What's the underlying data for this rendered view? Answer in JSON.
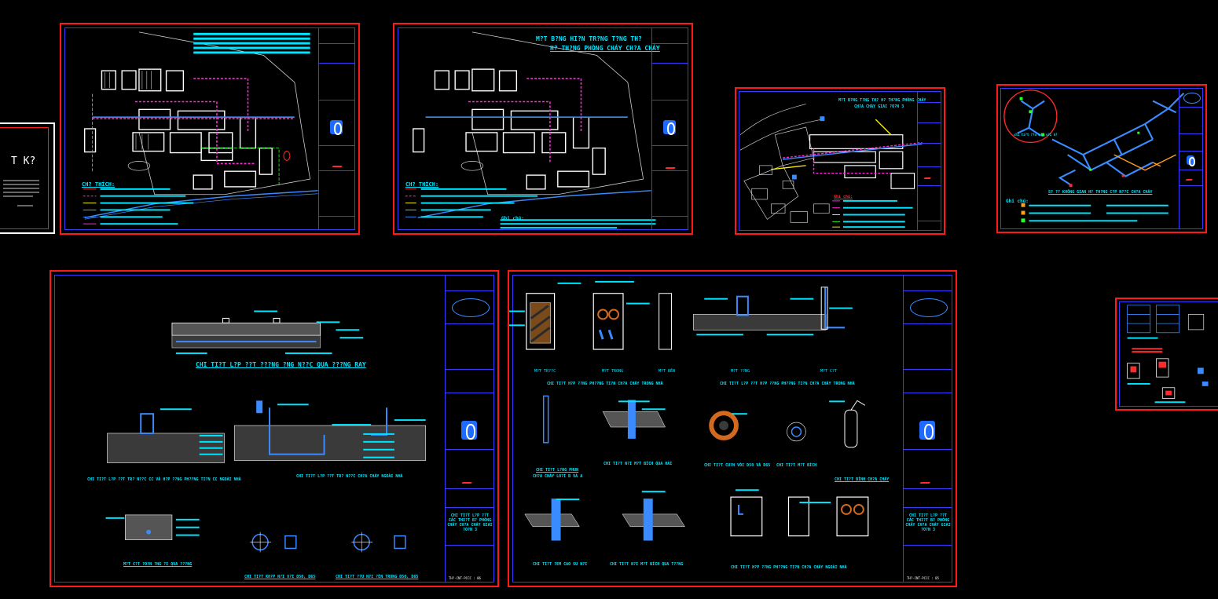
{
  "sheet1": {
    "title_lines": [
      "M?T B?NG T?NG TH? H? TH?NG PHÒNG CHÁY CH?A CHÁY",
      "PHÒNG C?NH SÁT PHÒNG CHÁY CH?A CHÁY - CÔNG AN",
      "CTP CITY CHI NHÁNH THAM DUY?T THI?T K? S?: 063"
    ],
    "legend_title": "CH? THÍCH:"
  },
  "sheet2": {
    "title_lines": [
      "M?T B?NG HI?N TR?NG T?NG TH?",
      "H? TH?NG PHÒNG CHÁY CH?A CHÁY"
    ],
    "legend_title": "CH? THÍCH:",
    "notes_title": "Ghi chú:"
  },
  "sheet3": {
    "title_lines": [
      "M?T B?NG T?NG TH? H? TH?NG PHÒNG CHÁY",
      "CH?A CHÁY GIAI ?O?N 3"
    ],
    "legend_title": "Ghi chú:"
  },
  "sheet4": {
    "diagram_title": "S? ?? KHÔNG GIAN H? TH?NG C?P N??C CH?A CHÁY",
    "legend_title": "Ghi chú:",
    "circle_caption": "chi ti?t ??u n?i v?i h?"
  },
  "sheet5": {
    "details": [
      "CHI TI?T L?P ??T ???NG ?NG N??C QUA ???NG RAY",
      "CHI TI?T L?P ??T TR? N??C CC VÀ H?P ??NG PH??NG TI?N CC NGOÀI NHÀ",
      "CHI TI?T L?P ??T TR? N??C CH?A CHÁY NGOÀI NHÀ",
      "M?T C?T ?O?N ?NG ?I QUA ???NG",
      "CHI TI?T KH?P N?I V?I D50, D65",
      "CHI TI?T ??U N?I ?ÈN TRONG D50, D65"
    ],
    "tb_title": "CHI TI?T L?P ??T CÁC THI?T B? PHÒNG CHÁY CH?A CHÁY GIAI ?O?N 3",
    "tb_code": "TH?-CNT-PCCC : 06"
  },
  "sheet6": {
    "details": [
      "M?T TR??C",
      "M?T TRONG",
      "M?T BÊN",
      "CHI TI?T H?P ??NG PH??NG TI?N CH?A CHÁY TRONG NHÀ",
      "M?T ??NG",
      "M?T C?T",
      "CHI TI?T L?P ??T H?P ??NG PH??NG TI?N CH?A CHÁY TRONG NHÀ",
      "CHI TI?T L?NG PHUN",
      "CH?A CHÁY LO?I B VÀ A",
      "CHI TI?T N?I M?T BÍCH QUA HAI",
      "CHI TI?T CU?N VÒI D50 VÀ D65",
      "CHI TI?T M?T BÍCH",
      "CHI TI?T BÌNH CH?A CHÁY",
      "CHI TI?T ?EM CAO SU N?I",
      "CHI TI?T N?I M?T BÍCH QUA T??NG",
      "CHI TI?T H?P ??NG PH??NG TI?N CH?A CHÁY NGOÀI NHÀ"
    ],
    "tb_title": "CHI TI?T L?P ??T CÁC THI?T B? PHÒNG CHÁY CH?A CHÁY GIAI ?O?N 3",
    "tb_code": "TH?-CNT-PCCC : 05"
  },
  "sheet_left": {
    "big_text": "T K?"
  }
}
